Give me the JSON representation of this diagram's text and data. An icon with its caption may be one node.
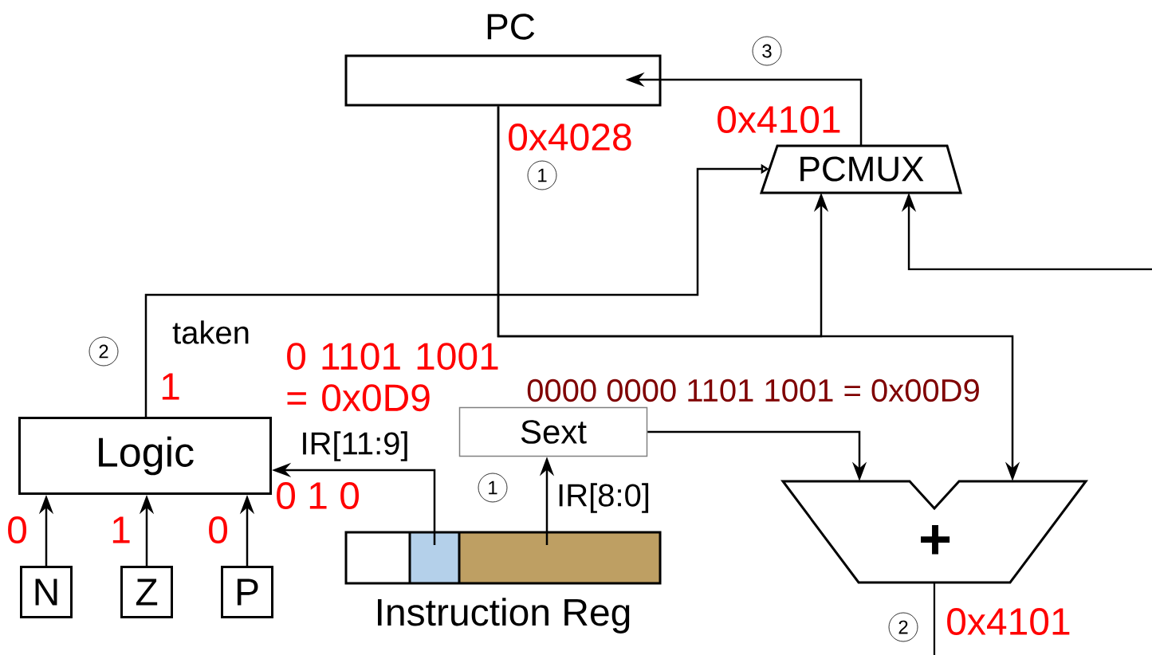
{
  "diagram": {
    "nodes": [
      {
        "text": [
          "PC"
        ]
      },
      {
        "text": [
          "PCMUX"
        ]
      },
      {
        "text": [
          "Logic"
        ]
      },
      {
        "text": [
          "N"
        ]
      },
      {
        "text": [
          "Z"
        ]
      },
      {
        "text": [
          "P"
        ]
      },
      {
        "text": [
          "Sext"
        ]
      },
      {
        "text": [
          "Instruction Reg"
        ]
      },
      {
        "text": [
          "+"
        ]
      },
      {
        "text": [
          "3"
        ]
      },
      {
        "text": [
          "1"
        ]
      },
      {
        "text": [
          "2"
        ]
      },
      {
        "text": [
          "1"
        ]
      },
      {
        "text": [
          "2"
        ]
      }
    ],
    "edges": [
      {
        "from": 1,
        "to": 0,
        "arrow": "to"
      },
      {
        "from": 0,
        "to": 1,
        "arrow": "to"
      },
      {
        "from": 0,
        "to": 8,
        "arrow": "to"
      },
      {
        "from": 2,
        "to": 1,
        "arrow": "to",
        "label": "taken"
      },
      {
        "from": 3,
        "to": 2,
        "arrow": "to"
      },
      {
        "from": 4,
        "to": 2,
        "arrow": "to"
      },
      {
        "from": 5,
        "to": 2,
        "arrow": "to"
      },
      {
        "from": 7,
        "to": 2,
        "arrow": "to",
        "label": "IR[11:9]"
      },
      {
        "from": 7,
        "to": 6,
        "arrow": "to",
        "label": "IR[8:0]"
      },
      {
        "from": 6,
        "to": 8,
        "arrow": "to"
      },
      {
        "from": 8,
        "to": null,
        "arrow": "none"
      },
      {
        "from": null,
        "to": 1,
        "arrow": "to"
      }
    ],
    "labels": [
      "0x4028",
      "0x4101",
      "1",
      "0 1101 1001 = 0x0D9",
      "0000 0000 1101 1001 = 0x00D9",
      "0 1 0",
      "0",
      "1",
      "0",
      "0x4101"
    ]
  }
}
